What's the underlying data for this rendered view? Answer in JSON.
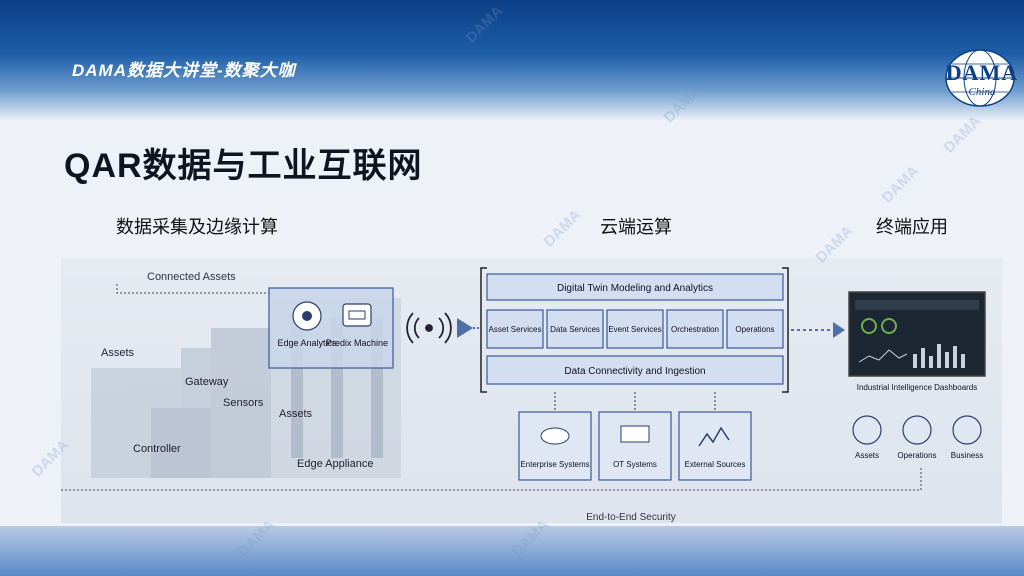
{
  "header": {
    "series_title": "DAMA数据大讲堂-数聚大咖",
    "logo_text": "DAMA",
    "logo_sub": "China"
  },
  "slide": {
    "title": "QAR数据与工业互联网",
    "sections": [
      "数据采集及边缘计算",
      "云端运算",
      "终端应用"
    ]
  },
  "diagram": {
    "connected_assets": "Connected Assets",
    "assets_left": "Assets",
    "gateway": "Gateway",
    "sensors": "Sensors",
    "assets_mid": "Assets",
    "controller": "Controller",
    "edge_appliance": "Edge Appliance",
    "edge_analytics": "Edge Analytics",
    "predix_machine": "Predix Machine",
    "digital_twin": "Digital Twin Modeling and Analytics",
    "services": [
      "Asset Services",
      "Data Services",
      "Event Services",
      "Orchestration",
      "Operations"
    ],
    "data_connectivity": "Data Connectivity and Ingestion",
    "sources": [
      "Enterprise Systems",
      "OT Systems",
      "External Sources"
    ],
    "dashboards": "Industrial Intelligence Dashboards",
    "end_icons": [
      "Assets",
      "Operations",
      "Business"
    ],
    "security": "End-to-End Security"
  },
  "watermark": "DAMA"
}
